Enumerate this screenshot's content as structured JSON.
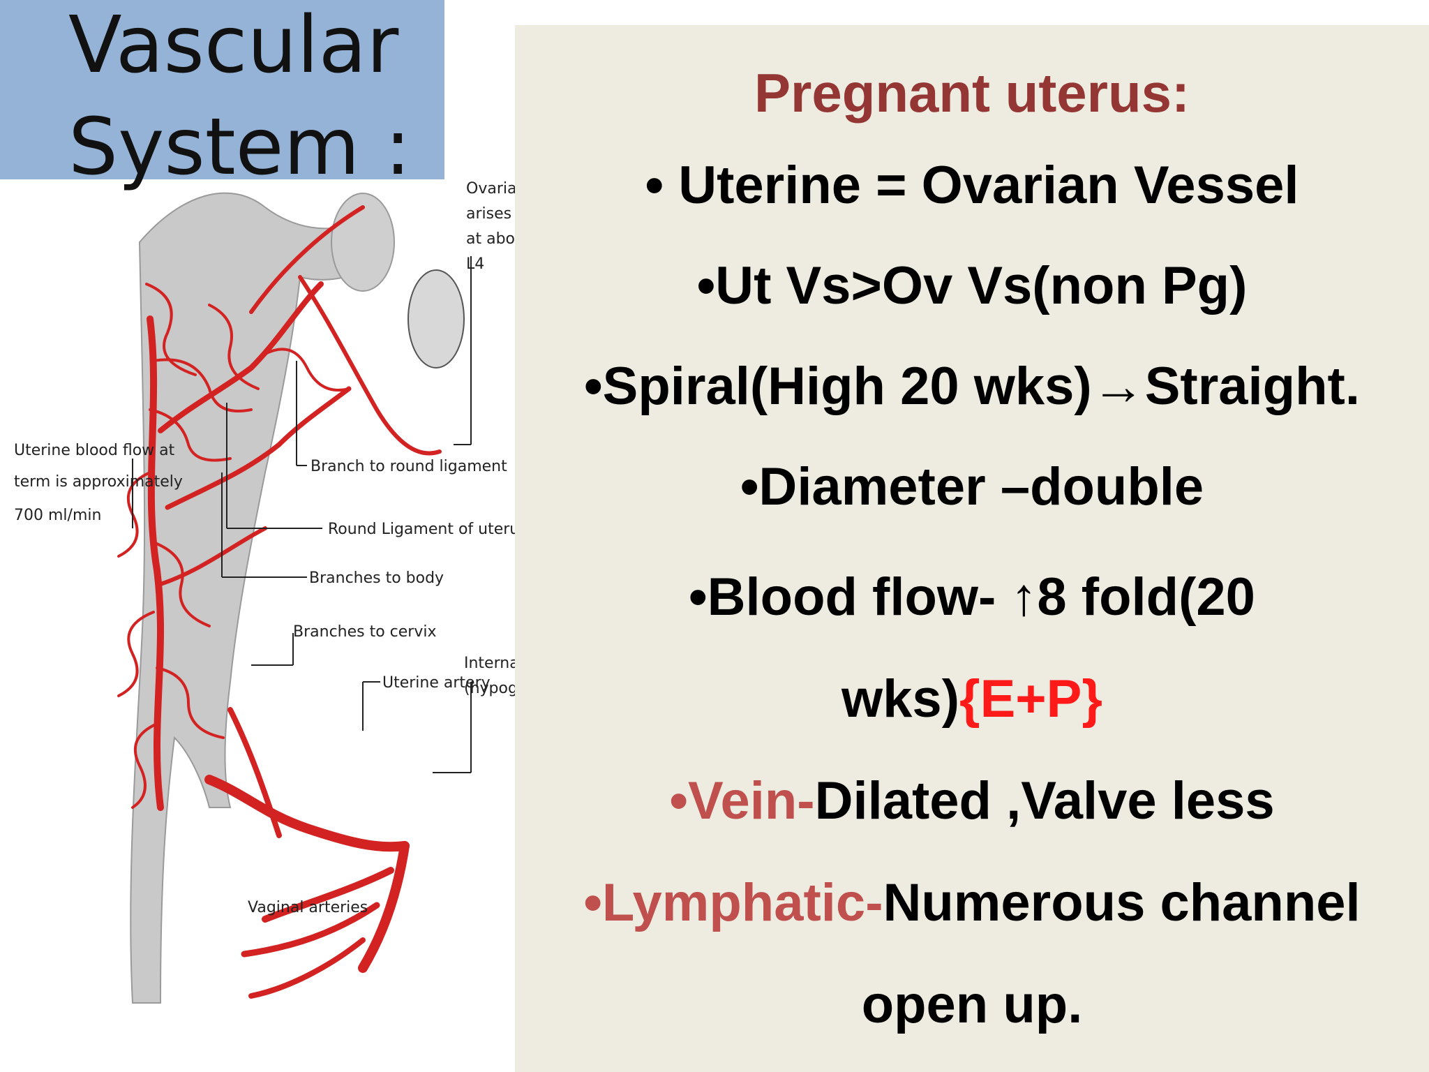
{
  "slide": {
    "title_line1": "Vascular",
    "title_line2": "System :",
    "panel": {
      "heading": "Pregnant uterus:",
      "line1": "• Uterine  = Ovarian Vessel",
      "line2": "•Ut Vs>Ov Vs(non Pg)",
      "line3": "•Spiral(High 20 wks)→Straight.",
      "line4": "•Diameter –double",
      "line5": "•Blood flow-   ↑8 fold(20",
      "line6_a": "wks)",
      "line6_b": "{E+P}",
      "line7_a": "•Vein-",
      "line7_b": "Dilated ,Valve less",
      "line8_a": "•Lymphatic-",
      "line8_b": "Numerous channel",
      "line9": "open up."
    },
    "diagram_labels": {
      "ovarian_1": "Ovarian art",
      "ovarian_2": "arises from",
      "ovarian_3": "at about the",
      "ovarian_4": "L4",
      "flow_1": "Uterine blood flow at",
      "flow_2": "term is approximately",
      "flow_3": "700 ml/min",
      "round_branch": "Branch to round ligament",
      "round_lig": "Round Ligament of uterus",
      "body": "Branches to body",
      "cervix": "Branches to cervix",
      "uterine_artery": "Uterine artery",
      "internal_1": "Internal iliac",
      "internal_2": "(hypogastric",
      "vaginal": "Vaginal arteries"
    },
    "colors": {
      "title_bg": "#95b3d7",
      "panel_bg": "#eeece1",
      "heading": "#943634",
      "accent_red": "#ff1a1a",
      "accent_rose": "#c0504d",
      "artery": "#d32222"
    }
  }
}
